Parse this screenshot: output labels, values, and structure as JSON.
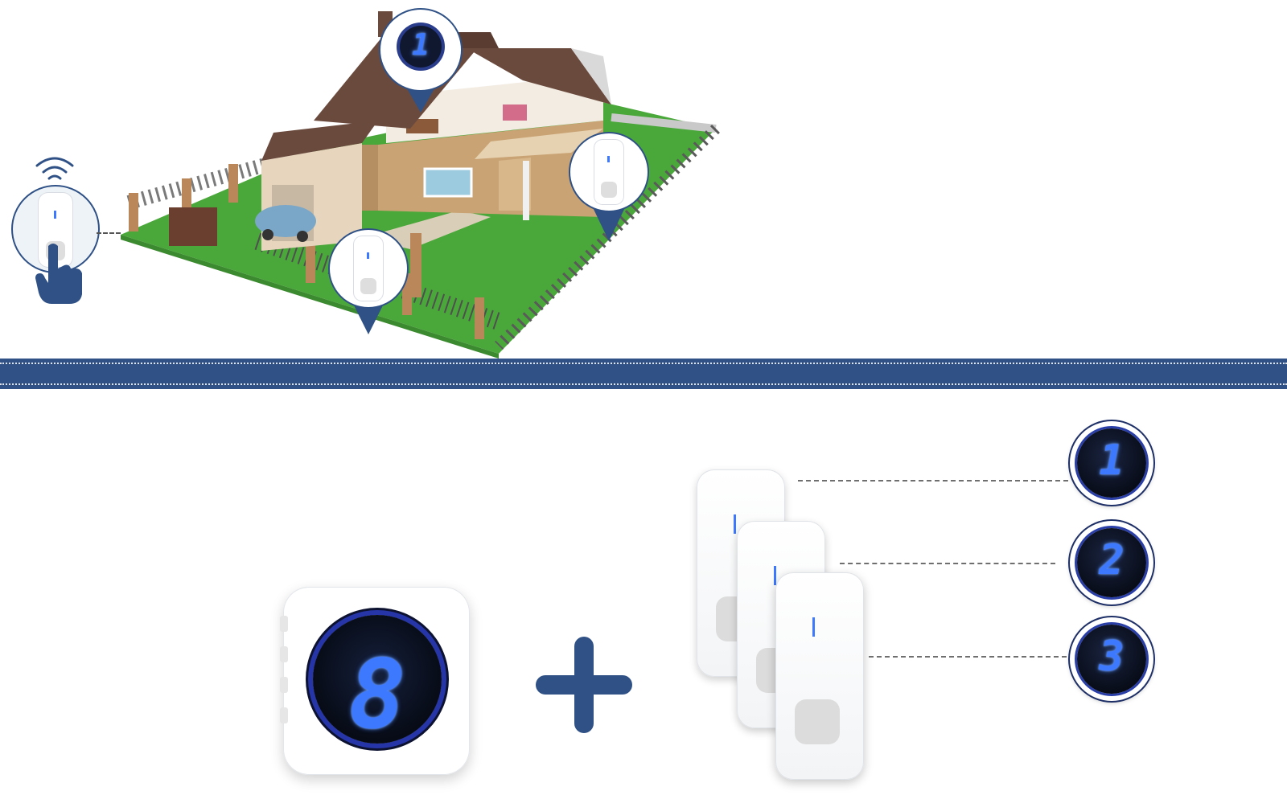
{
  "receiver": {
    "digit": "8"
  },
  "zone_chips": [
    {
      "digit": "1"
    },
    {
      "digit": "2"
    },
    {
      "digit": "3"
    }
  ],
  "house_pin": {
    "digit": "1"
  },
  "colors": {
    "brand_navy": "#2f5186",
    "digit_blue": "#3d79ff",
    "lawn_green": "#4aa83a",
    "roof_brown": "#6b4a3e",
    "brick_tan": "#c9a374"
  },
  "icons": [
    "wireless-signal-icon",
    "pointing-hand-icon",
    "plus-icon",
    "location-pin-icon"
  ]
}
